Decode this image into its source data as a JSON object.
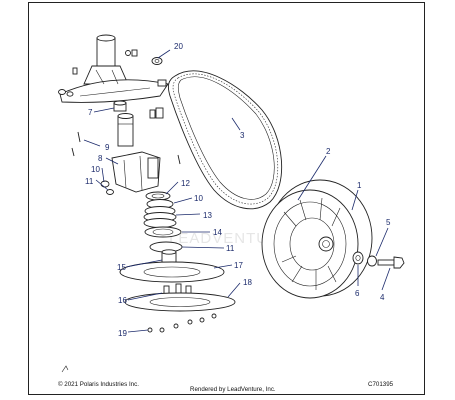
{
  "callouts": [
    "1",
    "2",
    "3",
    "4",
    "5",
    "6",
    "7",
    "8",
    "9",
    "10",
    "10",
    "11",
    "11",
    "12",
    "13",
    "14",
    "15",
    "16",
    "17",
    "18",
    "19",
    "20"
  ],
  "footer": {
    "copyright": "© 2021 Polaris Industries Inc.",
    "rendered_by": "Rendered by LeadVenture, Inc.",
    "diagram_code": "C701395"
  },
  "watermark": "LEADVENTURE"
}
